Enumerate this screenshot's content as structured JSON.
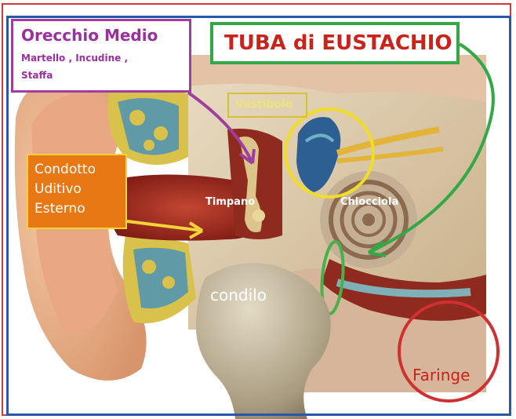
{
  "labels": {
    "orecchio_medio": "Orecchio Medio",
    "ossicles_line1": "Martello , Incudine ,",
    "ossicles_line2": "Staffa",
    "tuba": "TUBA di EUSTACHIO",
    "condotto_1": "Condotto",
    "condotto_2": "Uditivo",
    "condotto_3": "Esterno",
    "vestibolo": "Vestibolo",
    "timpano": "Timpano",
    "chiocciola": "Chiocciola",
    "condilo": "condilo",
    "faringe": "Faringe"
  },
  "colors": {
    "frame_outer": "#d23a3a",
    "frame_inner": "#2b57a8",
    "purple": "#9b2fa0",
    "green": "#34a846",
    "orange": "#e87813",
    "yellow": "#f4d23a",
    "red_text": "#c8241c"
  }
}
